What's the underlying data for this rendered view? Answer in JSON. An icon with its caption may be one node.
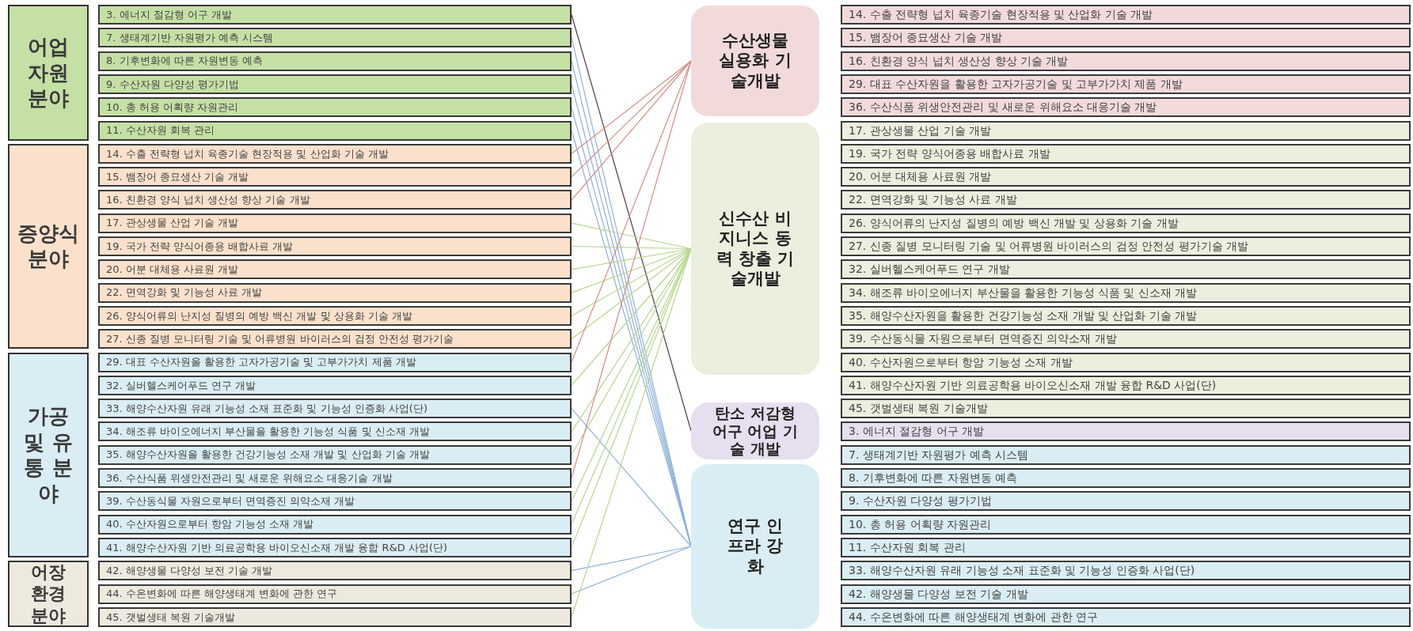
{
  "diagram": {
    "nodes": [
      {
        "text": [
          "어업 자원 분야"
        ]
      },
      {
        "text": [
          "3. 에너지 절감형 어구 개발"
        ]
      },
      {
        "text": [
          "7. 생태계기반 자원평가 예측 시스템"
        ]
      },
      {
        "text": [
          "8. 기후변화에 따른 자원변동 예측"
        ]
      },
      {
        "text": [
          "9. 수산자원 다양성 평가기법"
        ]
      },
      {
        "text": [
          "10. 총 허용 어획량 자원관리"
        ]
      },
      {
        "text": [
          "11. 수산자원 회복 관리"
        ]
      },
      {
        "text": [
          "증양식 분야"
        ]
      },
      {
        "text": [
          "14. 수출 전략형 넙치 육종기술 현장적용 및 산업화 기술 개발"
        ]
      },
      {
        "text": [
          "15. 뱀장어 종묘생산 기술 개발"
        ]
      },
      {
        "text": [
          "16. 친환경 양식 넙치 생산성 향상 기술 개발"
        ]
      },
      {
        "text": [
          "17. 관상생물 산업 기술 개발"
        ]
      },
      {
        "text": [
          "19. 국가 전략 양식어종용 배합사료 개발"
        ]
      },
      {
        "text": [
          "20. 어분 대체용 사료원 개발"
        ]
      },
      {
        "text": [
          "22. 면역강화 및 기능성 사료 개발"
        ]
      },
      {
        "text": [
          "26. 양식어류의 난지성 질병의 예방 백신 개발 및 상용화 기술 개발"
        ]
      },
      {
        "text": [
          "27. 신종 질병 모니터링 기술 및 어류병원 바이러스의 검정 안전성 평가기술"
        ]
      },
      {
        "text": [
          "가공 및 유통 분야"
        ]
      },
      {
        "text": [
          "29. 대표 수산자원을 활용한 고자가공기술 및 고부가가치 제품 개발"
        ]
      },
      {
        "text": [
          "32. 실버헬스케어푸드 연구 개발"
        ]
      },
      {
        "text": [
          "33. 해양수산자원 유래 기능성 소재 표준화 및 기능성 인증화 사업(단)"
        ]
      },
      {
        "text": [
          "34. 해조류 바이오에너지 부산물을 활용한 기능성 식품 및 신소재 개발"
        ]
      },
      {
        "text": [
          "35. 해양수산자원을 활용한 건강기능성 소재 개발 및 산업화 기술 개발"
        ]
      },
      {
        "text": [
          "36. 수산식품 위생안전관리 및 새로운 위해요소 대응기술 개발"
        ]
      },
      {
        "text": [
          "39. 수산동식물 자원으로부터 면역증진 의약소재 개발"
        ]
      },
      {
        "text": [
          "40. 수산자원으로부터 항암 기능성 소재 개발"
        ]
      },
      {
        "text": [
          "41. 해양수산자원 기반 의료공학용 바이오신소재 개발 융합 R&D 사업(단)"
        ]
      },
      {
        "text": [
          "어장 환경 분야"
        ]
      },
      {
        "text": [
          "42. 해양생물 다양성 보전 기술 개발"
        ]
      },
      {
        "text": [
          "44. 수온변화에 따른 해양생태계 변화에 관한 연구"
        ]
      },
      {
        "text": [
          "45. 갯벌생태 복원 기술개발"
        ]
      },
      {
        "text": [
          "수산생물 실용화 기술개발"
        ]
      },
      {
        "text": [
          "14. 수출 전략형 넙치 육종기술 현장적용 및 산업화 기술 개발"
        ]
      },
      {
        "text": [
          "15. 뱀장어 종묘생산 기술 개발"
        ]
      },
      {
        "text": [
          "16. 친환경 양식 넙치 생산성 향상 기술 개발"
        ]
      },
      {
        "text": [
          "29. 대표 수산자원을 활용한 고자가공기술 및 고부가가치 제품 개발"
        ]
      },
      {
        "text": [
          "36. 수산식품 위생안전관리 및 새로운 위해요소 대응기술 개발"
        ]
      },
      {
        "text": [
          "신수산 비지니스 동력 창출 기술개발"
        ]
      },
      {
        "text": [
          "17. 관상생물 산업 기술 개발"
        ]
      },
      {
        "text": [
          "19. 국가 전략 양식어종용 배합사료 개발"
        ]
      },
      {
        "text": [
          "20. 어분 대체용 사료원 개발"
        ]
      },
      {
        "text": [
          "22. 면역강화 및 기능성 사료 개발"
        ]
      },
      {
        "text": [
          "26. 양식어류의 난지성 질병의 예방 백신 개발 및 상용화 기술 개발"
        ]
      },
      {
        "text": [
          "27. 신종 질병 모니터링 기술 및 어류병원 바이러스의 검정 안전성 평가기술 개발"
        ]
      },
      {
        "text": [
          "32. 실버헬스케어푸드 연구 개발"
        ]
      },
      {
        "text": [
          "34. 해조류 바이오에너지 부산물을 활용한 기능성 식품 및 신소재 개발"
        ]
      },
      {
        "text": [
          "35. 해양수산자원을 활용한 건강기능성 소재 개발 및 산업화 기술 개발"
        ]
      },
      {
        "text": [
          "39. 수산동식물 자원으로부터 면역증진 의약소재 개발"
        ]
      },
      {
        "text": [
          "40. 수산자원으로부터 항암 기능성 소재 개발"
        ]
      },
      {
        "text": [
          "41. 해양수산자원 기반 의료공학용 바이오신소재 개발 융합 R&D 사업(단)"
        ]
      },
      {
        "text": [
          "45. 갯벌생태 복원 기술개발"
        ]
      },
      {
        "text": [
          "탄소 저감형 어구 어업 기술 개발"
        ]
      },
      {
        "text": [
          "3. 에너지 절감형 어구 개발"
        ]
      },
      {
        "text": [
          "연구 인프라 강화"
        ]
      },
      {
        "text": [
          "7. 생태계기반 자원평가 예측 시스템"
        ]
      },
      {
        "text": [
          "8. 기후변화에 따른 자원변동 예측"
        ]
      },
      {
        "text": [
          "9. 수산자원 다양성 평가기법"
        ]
      },
      {
        "text": [
          "10. 총 허용 어획량 자원관리"
        ]
      },
      {
        "text": [
          "11. 수산자원 회복 관리"
        ]
      },
      {
        "text": [
          "33. 해양수산자원 유래 기능성 소재 표준화 및 기능성 인증화 사업(단)"
        ]
      },
      {
        "text": [
          "42. 해양생물 다양성 보전 기술 개발"
        ]
      },
      {
        "text": [
          "44. 수온변화에 따른 해양생태계 변화에 관한 연구"
        ]
      }
    ],
    "edges": [
      {
        "from": 1,
        "to": 51,
        "arrow": "none",
        "color": "#4a3d4a"
      },
      {
        "from": 2,
        "to": 53,
        "arrow": "none",
        "color": "#8fb0d8"
      },
      {
        "from": 3,
        "to": 53,
        "arrow": "none",
        "color": "#8fb0d8"
      },
      {
        "from": 4,
        "to": 53,
        "arrow": "none",
        "color": "#8fb0d8"
      },
      {
        "from": 5,
        "to": 53,
        "arrow": "none",
        "color": "#8fb0d8"
      },
      {
        "from": 6,
        "to": 53,
        "arrow": "none",
        "color": "#8fb0d8"
      },
      {
        "from": 8,
        "to": 31,
        "arrow": "none",
        "color": "#d48f86"
      },
      {
        "from": 9,
        "to": 31,
        "arrow": "none",
        "color": "#d48f86"
      },
      {
        "from": 10,
        "to": 31,
        "arrow": "none",
        "color": "#d48f86"
      },
      {
        "from": 11,
        "to": 37,
        "arrow": "none",
        "color": "#b7d68e"
      },
      {
        "from": 12,
        "to": 37,
        "arrow": "none",
        "color": "#b7d68e"
      },
      {
        "from": 13,
        "to": 37,
        "arrow": "none",
        "color": "#b7d68e"
      },
      {
        "from": 14,
        "to": 37,
        "arrow": "none",
        "color": "#b7d68e"
      },
      {
        "from": 15,
        "to": 37,
        "arrow": "none",
        "color": "#b7d68e"
      },
      {
        "from": 16,
        "to": 37,
        "arrow": "none",
        "color": "#b7d68e"
      },
      {
        "from": 18,
        "to": 31,
        "arrow": "none",
        "color": "#d48f86"
      },
      {
        "from": 19,
        "to": 37,
        "arrow": "none",
        "color": "#b7d68e"
      },
      {
        "from": 20,
        "to": 53,
        "arrow": "none",
        "color": "#8fb0d8"
      },
      {
        "from": 21,
        "to": 37,
        "arrow": "none",
        "color": "#b7d68e"
      },
      {
        "from": 22,
        "to": 37,
        "arrow": "none",
        "color": "#b7d68e"
      },
      {
        "from": 23,
        "to": 31,
        "arrow": "none",
        "color": "#d48f86"
      },
      {
        "from": 24,
        "to": 37,
        "arrow": "none",
        "color": "#b7d68e"
      },
      {
        "from": 25,
        "to": 37,
        "arrow": "none",
        "color": "#b7d68e"
      },
      {
        "from": 26,
        "to": 37,
        "arrow": "none",
        "color": "#b7d68e"
      },
      {
        "from": 28,
        "to": 53,
        "arrow": "none",
        "color": "#8fb0d8"
      },
      {
        "from": 29,
        "to": 53,
        "arrow": "none",
        "color": "#8fb0d8"
      },
      {
        "from": 30,
        "to": 37,
        "arrow": "none",
        "color": "#b7d68e"
      }
    ]
  }
}
